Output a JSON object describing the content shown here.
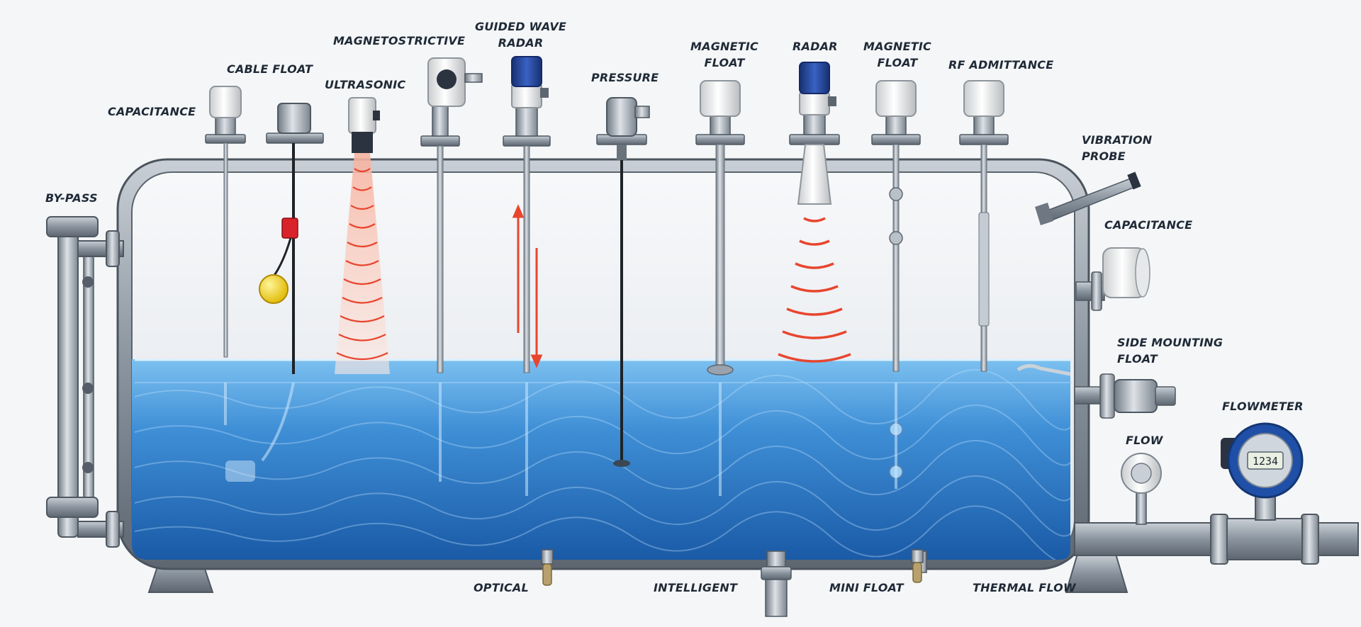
{
  "labels": {
    "capacitance_top": "CAPACITANCE",
    "cable_float": "CABLE FLOAT",
    "magnetostrictive": "MAGNETOSTRICTIVE",
    "ultrasonic": "ULTRASONIC",
    "guided_wave_radar_1": "GUIDED WAVE",
    "guided_wave_radar_2": "RADAR",
    "pressure": "PRESSURE",
    "magnetic_float_1_a": "MAGNETIC",
    "magnetic_float_1_b": "FLOAT",
    "radar": "RADAR",
    "magnetic_float_2_a": "MAGNETIC",
    "magnetic_float_2_b": "FLOAT",
    "rf_admittance": "RF ADMITTANCE",
    "vibration_probe_a": "VIBRATION",
    "vibration_probe_b": "PROBE",
    "capacitance_side": "CAPACITANCE",
    "side_mounting_float_a": "SIDE MOUNTING",
    "side_mounting_float_b": "FLOAT",
    "flowmeter": "FLOWMETER",
    "flow": "FLOW",
    "by_pass": "BY-PASS",
    "optical": "OPTICAL",
    "intelligent": "INTELLIGENT",
    "mini_float": "MINI FLOAT",
    "thermal_flow": "THERMAL FLOW"
  },
  "display_readout": "1234",
  "colors": {
    "water_light": "#6fb6ec",
    "water_dark": "#1f66b3",
    "steel": "#8e98a3",
    "wave_red": "#e8452e",
    "cap_blue": "#23439a",
    "float_yellow": "#f2d21b",
    "float_red": "#d8232a"
  }
}
